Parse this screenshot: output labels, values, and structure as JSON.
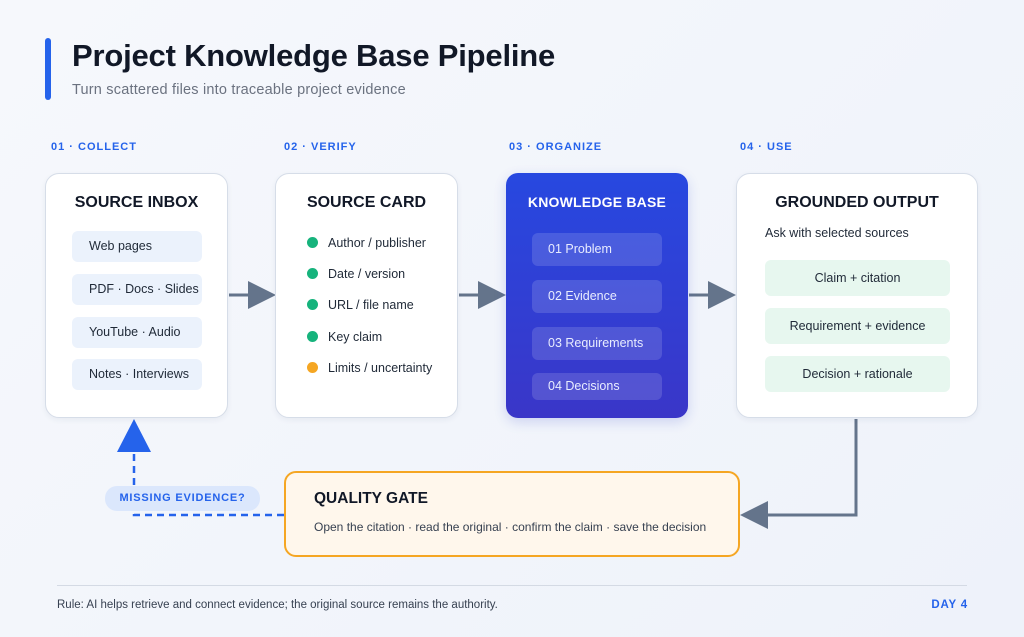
{
  "header": {
    "title": "Project Knowledge Base Pipeline",
    "subtitle": "Turn scattered files into traceable project evidence"
  },
  "steps": {
    "collect": "01 · COLLECT",
    "verify": "02 · VERIFY",
    "organize": "03 · ORGANIZE",
    "use": "04 · USE"
  },
  "source_inbox": {
    "title": "SOURCE INBOX",
    "items": [
      "Web pages",
      "PDF · Docs · Slides",
      "YouTube · Audio",
      "Notes · Interviews"
    ]
  },
  "source_card": {
    "title": "SOURCE CARD",
    "items": [
      {
        "label": "Author / publisher",
        "status_color": "#16b37c"
      },
      {
        "label": "Date / version",
        "status_color": "#16b37c"
      },
      {
        "label": "URL / file name",
        "status_color": "#16b37c"
      },
      {
        "label": "Key claim",
        "status_color": "#16b37c"
      },
      {
        "label": "Limits / uncertainty",
        "status_color": "#f5a623"
      }
    ]
  },
  "knowledge_base": {
    "title": "KNOWLEDGE BASE",
    "items": [
      "01 Problem",
      "02 Evidence",
      "03 Requirements",
      "04 Decisions"
    ]
  },
  "grounded_output": {
    "title": "GROUNDED OUTPUT",
    "hint": "Ask with selected sources",
    "items": [
      "Claim + citation",
      "Requirement + evidence",
      "Decision + rationale"
    ]
  },
  "quality_gate": {
    "title": "QUALITY GATE",
    "description": "Open the citation · read the original · confirm the claim · save the decision"
  },
  "feedback": {
    "label": "MISSING EVIDENCE?"
  },
  "footer": {
    "rule": "Rule: AI helps retrieve and connect evidence; the original source remains the authority.",
    "day": "DAY 4"
  },
  "colors": {
    "accent": "#2563eb",
    "arrow": "#64748b",
    "verified": "#16b37c",
    "warning": "#f5a623"
  }
}
